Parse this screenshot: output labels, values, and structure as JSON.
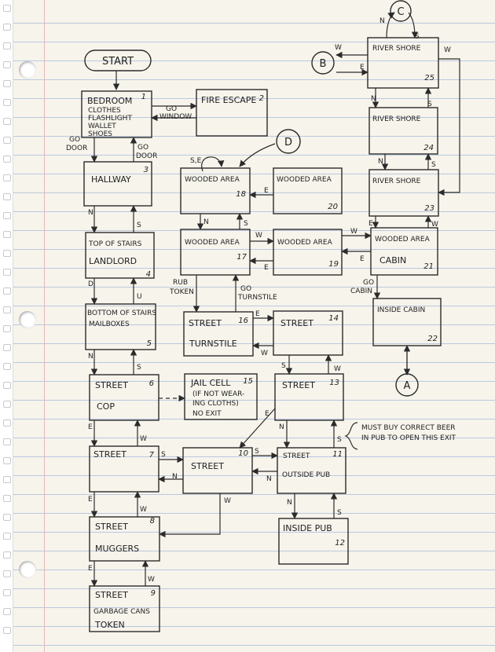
{
  "start": "START",
  "rooms": [
    {
      "id": "1",
      "title": "BEDROOM",
      "lines": [
        "CLOTHES",
        "FLASHLIGHT",
        "WALLET",
        "SHOES"
      ]
    },
    {
      "id": "2",
      "title": "FIRE ESCAPE",
      "lines": []
    },
    {
      "id": "3",
      "title": "HALLWAY",
      "lines": []
    },
    {
      "id": "4",
      "title": "TOP OF STAIRS",
      "lines": [
        "LANDLORD"
      ]
    },
    {
      "id": "5",
      "title": "BOTTOM OF STAIRS",
      "lines": [
        "MAILBOXES"
      ]
    },
    {
      "id": "6",
      "title": "STREET",
      "lines": [
        "COP"
      ]
    },
    {
      "id": "7",
      "title": "STREET",
      "lines": []
    },
    {
      "id": "8",
      "title": "STREET",
      "lines": [
        "MUGGERS"
      ]
    },
    {
      "id": "9",
      "title": "STREET",
      "lines": [
        "GARBAGE CANS",
        "TOKEN"
      ]
    },
    {
      "id": "10",
      "title": "STREET",
      "lines": []
    },
    {
      "id": "11",
      "title": "STREET",
      "lines": [
        "OUTSIDE PUB"
      ]
    },
    {
      "id": "12",
      "title": "INSIDE PUB",
      "lines": []
    },
    {
      "id": "13",
      "title": "STREET",
      "lines": []
    },
    {
      "id": "14",
      "title": "STREET",
      "lines": []
    },
    {
      "id": "15",
      "title": "JAIL CELL",
      "lines": [
        "(IF NOT WEAR-",
        "ING CLOTHS)",
        "NO EXIT"
      ]
    },
    {
      "id": "16",
      "title": "STREET",
      "lines": [
        "TURNSTILE"
      ]
    },
    {
      "id": "17",
      "title": "WOODED AREA",
      "lines": []
    },
    {
      "id": "18",
      "title": "WOODED AREA",
      "lines": []
    },
    {
      "id": "19",
      "title": "WOODED AREA",
      "lines": []
    },
    {
      "id": "20",
      "title": "WOODED AREA",
      "lines": []
    },
    {
      "id": "21",
      "title": "WOODED AREA",
      "lines": [
        "CABIN"
      ]
    },
    {
      "id": "22",
      "title": "INSIDE CABIN",
      "lines": []
    },
    {
      "id": "23",
      "title": "RIVER SHORE",
      "lines": []
    },
    {
      "id": "24",
      "title": "RIVER SHORE",
      "lines": []
    },
    {
      "id": "25",
      "title": "RIVER SHORE",
      "lines": []
    }
  ],
  "connectors": {
    "A": "A",
    "B": "B",
    "C": "C",
    "D": "D"
  },
  "edge_labels": {
    "go_door": "GO",
    "door": "DOOR",
    "go_window_1": "GO",
    "go_window_2": "WINDOW",
    "n": "N",
    "s": "S",
    "e": "E",
    "w": "W",
    "d": "D",
    "u": "U",
    "se": "S,E",
    "rub": "RUB",
    "token": "TOKEN",
    "go_turnstile_1": "GO",
    "go_turnstile_2": "TURNSTILE",
    "go_cabin_1": "GO",
    "go_cabin_2": "CABIN"
  },
  "note": [
    "MUST BUY CORRECT BEER",
    "IN PUB TO OPEN THIS EXIT"
  ]
}
